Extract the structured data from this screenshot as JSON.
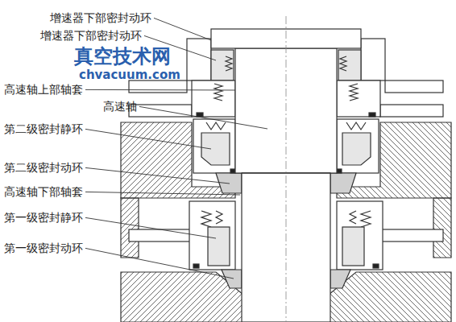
{
  "diagram": {
    "labels": [
      "增速器下部密封动环",
      "增速器下部密封动环",
      "高速轴上部轴套",
      "高速轴",
      "第二级密封静环",
      "第二级密封动环",
      "高速轴下部轴套",
      "第一级密封静环",
      "第一级密封动环",
      "真空技术网",
      "chvacuum.com"
    ]
  }
}
